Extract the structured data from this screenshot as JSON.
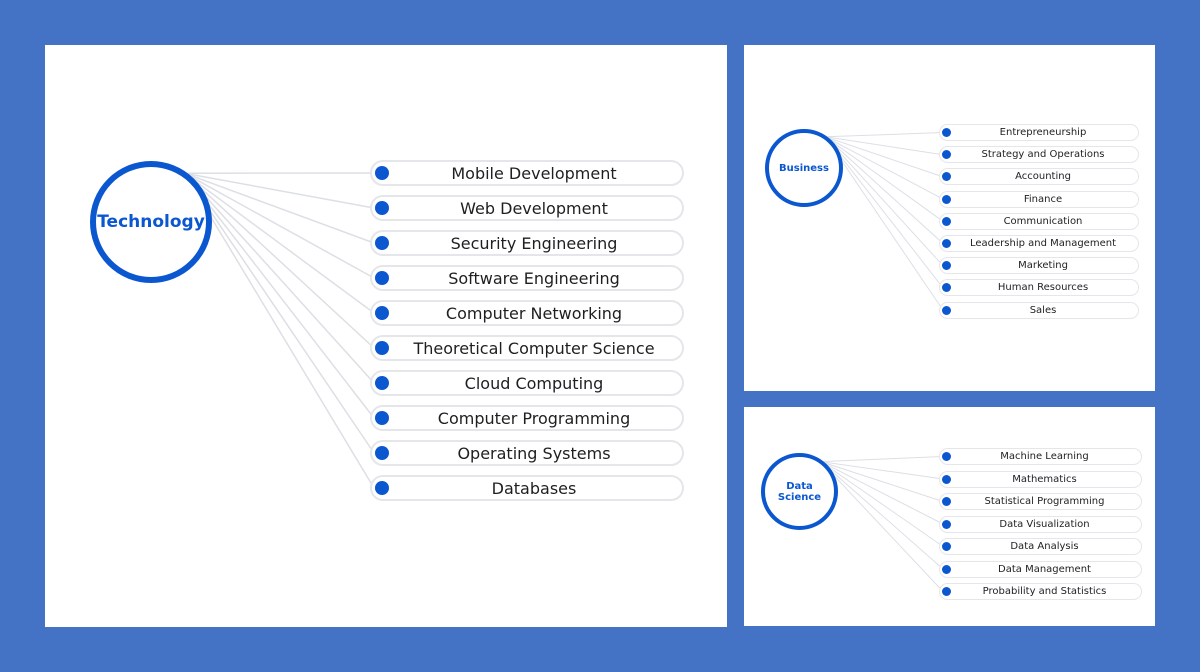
{
  "colors": {
    "background": "#4472c4",
    "accent": "#0b57d0",
    "connector": "#dcdfe4",
    "pill_border": "#e4e6ea"
  },
  "panels": [
    {
      "id": "tech",
      "hub_label": "Technology",
      "items": [
        "Mobile Development",
        "Web Development",
        "Security Engineering",
        "Software Engineering",
        "Computer Networking",
        "Theoretical Computer Science",
        "Cloud Computing",
        "Computer Programming",
        "Operating Systems",
        "Databases"
      ]
    },
    {
      "id": "biz",
      "hub_label": "Business",
      "items": [
        "Entrepreneurship",
        "Strategy and Operations",
        "Accounting",
        "Finance",
        "Communication",
        "Leadership and Management",
        "Marketing",
        "Human Resources",
        "Sales"
      ]
    },
    {
      "id": "ds",
      "hub_label": "Data\nScience",
      "items": [
        "Machine Learning",
        "Mathematics",
        "Statistical Programming",
        "Data Visualization",
        "Data Analysis",
        "Data Management",
        "Probability and Statistics"
      ]
    }
  ]
}
